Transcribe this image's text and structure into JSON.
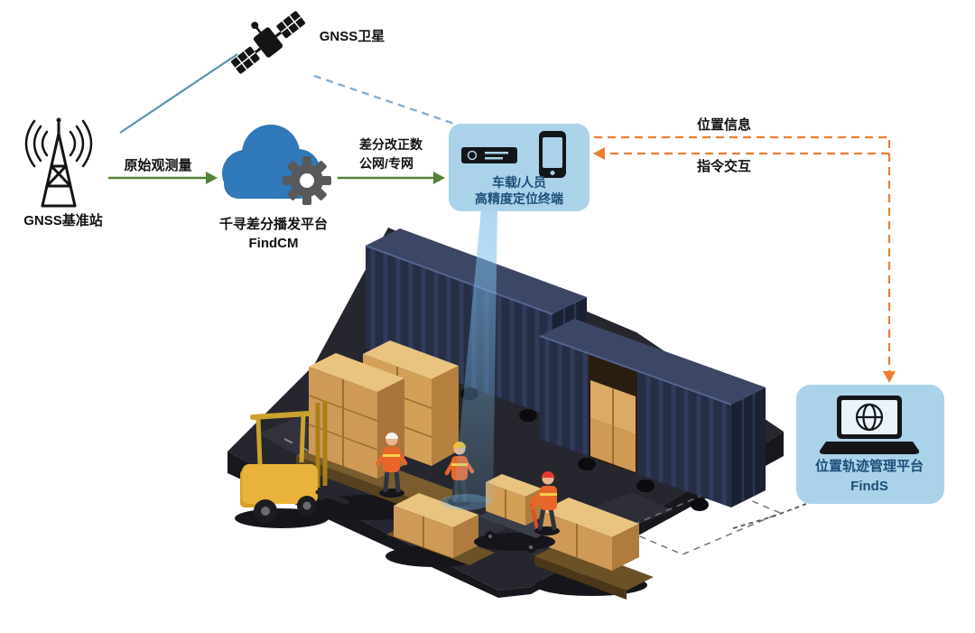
{
  "nodes": {
    "satellite": {
      "label": "GNSS卫星",
      "icon": "satellite-icon"
    },
    "base_station": {
      "label": "GNSS基准站",
      "icon": "radio-tower-icon"
    },
    "findcm": {
      "title": "千寻差分播发平台",
      "product": "FindCM",
      "icon": "cloud-gear-icon"
    },
    "terminal": {
      "title": "车载/人员",
      "subtitle": "高精度定位终端",
      "icon": "receiver-phone-icon"
    },
    "finds": {
      "title": "位置轨迹管理平台",
      "product": "FindS",
      "icon": "laptop-globe-icon"
    }
  },
  "links": {
    "raw_observation": {
      "label": "原始观测量",
      "style": "solid-arrow",
      "color": "#538135"
    },
    "correction": {
      "label_line1": "差分改正数",
      "label_line2": "公网/专网",
      "style": "solid-arrow",
      "color": "#538135"
    },
    "position_info": {
      "label": "位置信息",
      "style": "dashed-arrow",
      "color": "#ED7D31"
    },
    "command": {
      "label": "指令交互",
      "style": "dashed-arrow",
      "color": "#ED7D31"
    },
    "satellite_to_base": {
      "style": "solid",
      "color": "#5B93A8"
    },
    "satellite_to_terminal": {
      "style": "dashed",
      "color": "#85B0D5"
    }
  },
  "colors": {
    "arrow_green": "#538135",
    "arrow_orange": "#ED7D31",
    "line_teal": "#5B93A8",
    "line_blue_dashed": "#85B0D5",
    "node_fill": "#AAD3EA",
    "node_text": "#1D4E79",
    "cloud_blue": "#2F78BA",
    "gear_gray": "#595959",
    "beam_blue": "#7DBEEB"
  },
  "scene": {
    "name": "container-yard-illustration"
  }
}
